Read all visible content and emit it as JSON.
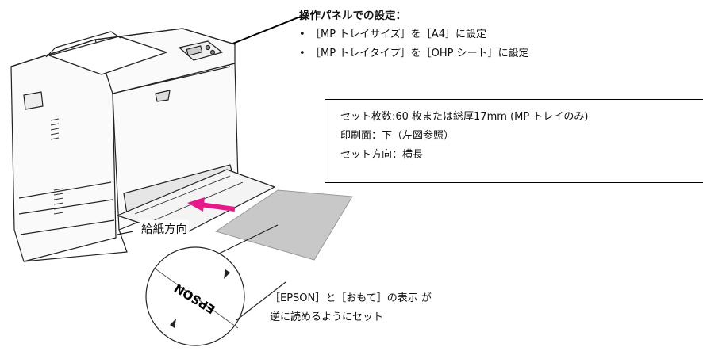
{
  "panel_settings": {
    "title": "操作パネルでの設定：",
    "items": [
      "［MP トレイサイズ］を［A4］に設定",
      "［MP トレイタイプ］を［OHP シート］に設定"
    ]
  },
  "info_box": {
    "lines": [
      "セット枚数:60 枚または総厚17mm (MP トレイのみ)",
      "印刷面：下（左図参照）",
      "セット方向：横長"
    ]
  },
  "feed_direction_label": "給紙方向",
  "sheet_marking": "EPSON",
  "note": {
    "lines": [
      "［EPSON］と［おもて］の表示 が",
      "逆に読めるようにセット"
    ]
  },
  "colors": {
    "arrow": "#e6188a",
    "sheet": "#c8c8c8",
    "outline": "#222222"
  }
}
